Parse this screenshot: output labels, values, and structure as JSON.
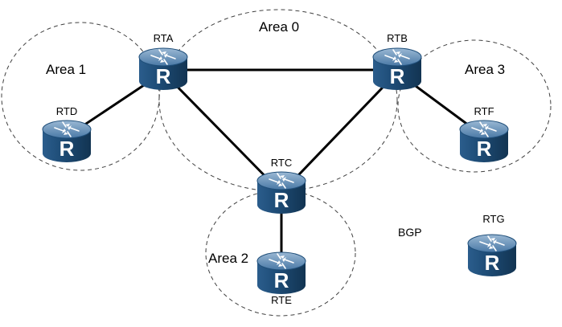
{
  "diagram": {
    "areas": {
      "area0": "Area 0",
      "area1": "Area 1",
      "area2": "Area 2",
      "area3": "Area 3"
    },
    "routers": {
      "rta": "RTA",
      "rtb": "RTB",
      "rtc": "RTC",
      "rtd": "RTD",
      "rte": "RTE",
      "rtf": "RTF",
      "rtg": "RTG"
    },
    "router_symbol": "R",
    "bgp_label": "BGP",
    "colors": {
      "router_body": "#1f4e79",
      "router_top": "#3d6f9e",
      "router_top_highlight": "#8fb1d0",
      "link": "#000000",
      "boundary": "#404040"
    }
  }
}
